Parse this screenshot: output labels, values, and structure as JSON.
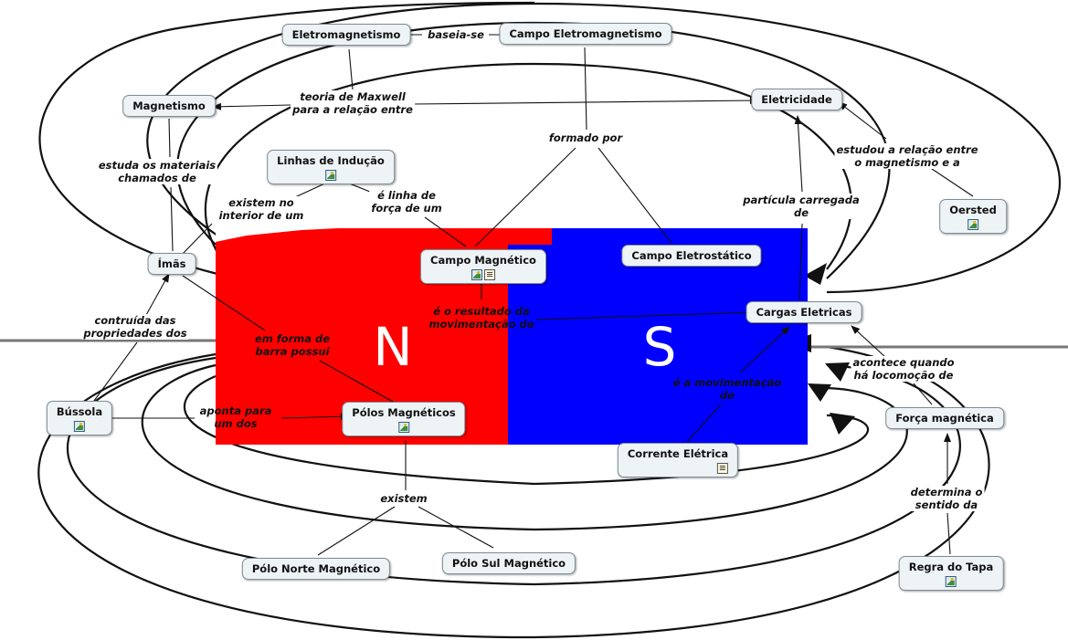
{
  "magnet": {
    "north_letter": "N",
    "south_letter": "S",
    "north_color": "#ff0000",
    "south_color": "#0000ff"
  },
  "nodes": {
    "eletromagnetismo": "Eletromagnetismo",
    "campo_eletromagnetismo": "Campo Eletromagnetismo",
    "magnetismo": "Magnetismo",
    "eletricidade": "Eletricidade",
    "linhas_inducao": "Linhas de Indução",
    "oersted": "Oersted",
    "imas": "Ímãs",
    "campo_magnetico": "Campo Magnético",
    "campo_eletrostatico": "Campo Eletrostático",
    "cargas_eletricas": "Cargas Eletricas",
    "bussola": "Bússola",
    "polos_magneticos": "Pólos Magnéticos",
    "corrente_eletrica": "Corrente Elétrica",
    "forca_magnetica": "Força magnética",
    "polo_norte": "Pólo Norte Magnético",
    "polo_sul": "Pólo Sul Magnético",
    "regra_tapa": "Regra do Tapa"
  },
  "links": {
    "baseia_se": "baseia-se",
    "teoria_maxwell": "teoria de Maxwell\npara a relação entre",
    "estuda_materiais": "estuda os materiais\nchamados de",
    "formado_por": "formado por",
    "estudou_relacao": "estudou a relação entre\no magnetismo e a",
    "existem_interior": "existem no\ninterior de um",
    "linha_forca": "é linha de\nforça de um",
    "particula_carregada": "partícula carregada\nde",
    "resultado_movimentacao": "é o resultado da\nmovimentação de",
    "construida_propriedades": "contruída das\npropriedades dos",
    "barra_possui": "em forma de\nbarra possui",
    "acontece_locomocao": "acontece quando\nhá locomoção de",
    "movimentacao_de": "é a movimentação\nde",
    "aponta_para": "aponta para\num dos",
    "existem": "existem",
    "determina_sentido": "determina o\nsentido da"
  }
}
